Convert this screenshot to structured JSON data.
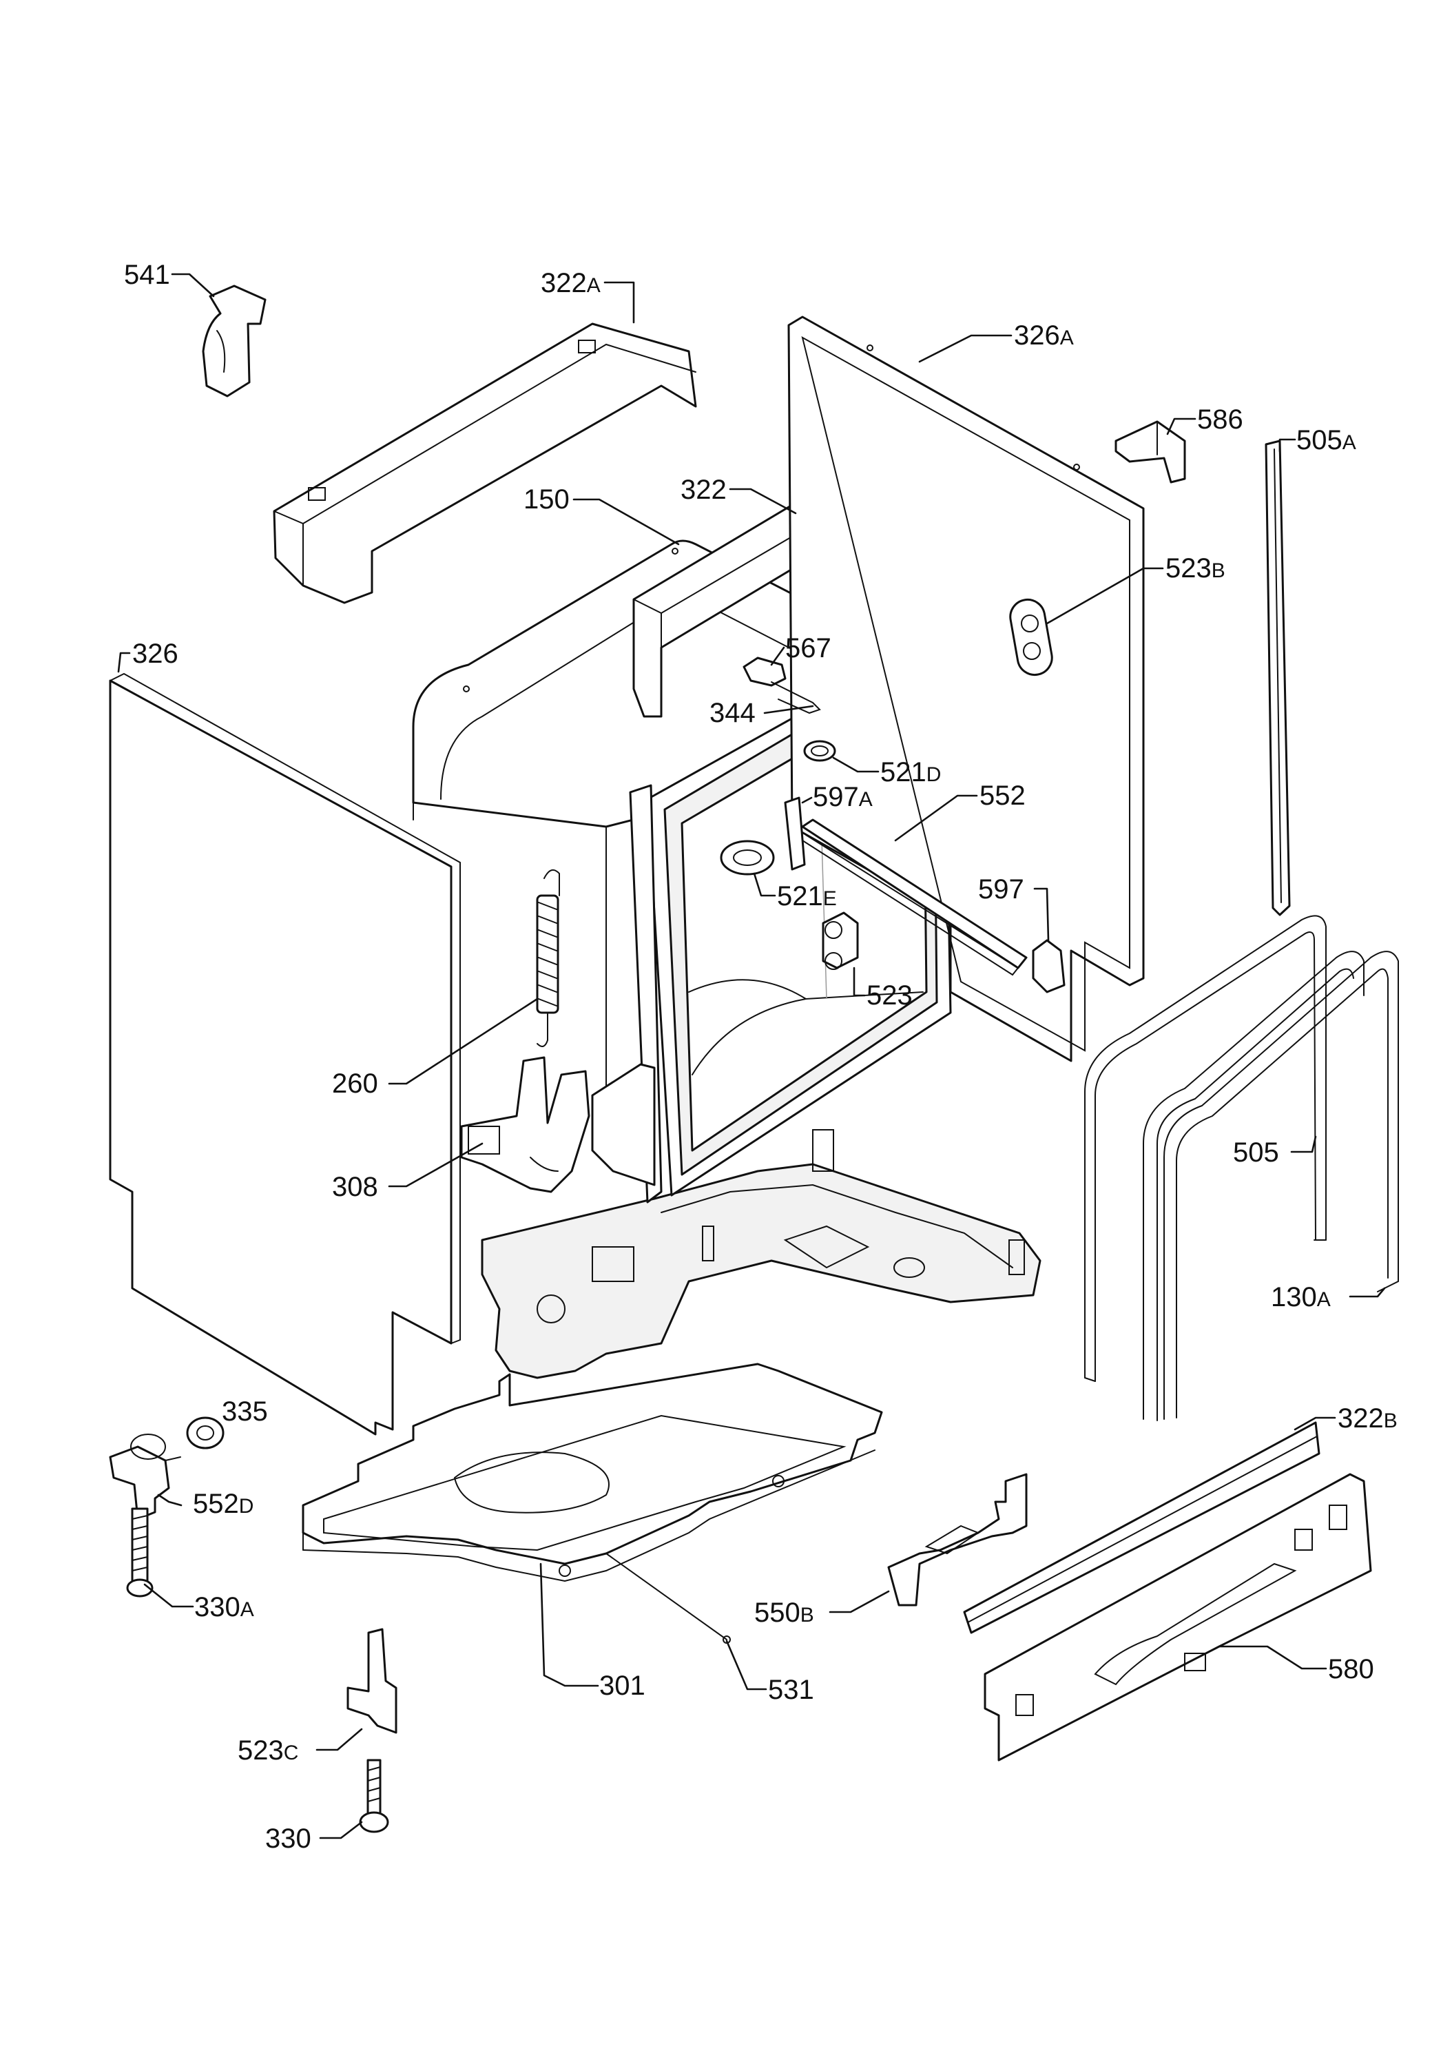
{
  "labels": {
    "p541": {
      "num": "541",
      "sfx": ""
    },
    "p322A": {
      "num": "322",
      "sfx": "A"
    },
    "p326A": {
      "num": "326",
      "sfx": "A"
    },
    "p586": {
      "num": "586",
      "sfx": ""
    },
    "p505A": {
      "num": "505",
      "sfx": "A"
    },
    "p150": {
      "num": "150",
      "sfx": ""
    },
    "p322": {
      "num": "322",
      "sfx": ""
    },
    "p523B": {
      "num": "523",
      "sfx": "B"
    },
    "p326": {
      "num": "326",
      "sfx": ""
    },
    "p567": {
      "num": "567",
      "sfx": ""
    },
    "p344": {
      "num": "344",
      "sfx": ""
    },
    "p521D": {
      "num": "521",
      "sfx": "D"
    },
    "p597A": {
      "num": "597",
      "sfx": "A"
    },
    "p552": {
      "num": "552",
      "sfx": ""
    },
    "p521E": {
      "num": "521",
      "sfx": "E"
    },
    "p597": {
      "num": "597",
      "sfx": ""
    },
    "p523": {
      "num": "523",
      "sfx": ""
    },
    "p260": {
      "num": "260",
      "sfx": ""
    },
    "p308": {
      "num": "308",
      "sfx": ""
    },
    "p505": {
      "num": "505",
      "sfx": ""
    },
    "p130A": {
      "num": "130",
      "sfx": "A"
    },
    "p335": {
      "num": "335",
      "sfx": ""
    },
    "p552D": {
      "num": "552",
      "sfx": "D"
    },
    "p322B": {
      "num": "322",
      "sfx": "B"
    },
    "p330A": {
      "num": "330",
      "sfx": "A"
    },
    "p550B": {
      "num": "550",
      "sfx": "B"
    },
    "p580": {
      "num": "580",
      "sfx": ""
    },
    "p301": {
      "num": "301",
      "sfx": ""
    },
    "p531": {
      "num": "531",
      "sfx": ""
    },
    "p523C": {
      "num": "523",
      "sfx": "C"
    },
    "p330": {
      "num": "330",
      "sfx": ""
    }
  }
}
